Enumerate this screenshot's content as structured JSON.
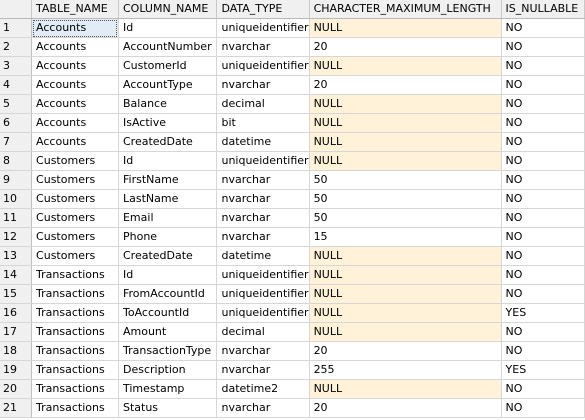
{
  "grid": {
    "columns": [
      "TABLE_NAME",
      "COLUMN_NAME",
      "DATA_TYPE",
      "CHARACTER_MAXIMUM_LENGTH",
      "IS_NULLABLE"
    ],
    "null_highlight_color": "#fff2d8",
    "selected_cell": {
      "row": 1,
      "col": "TABLE_NAME"
    },
    "rows": [
      {
        "num": "1",
        "table": "Accounts",
        "column": "Id",
        "type": "uniqueidentifier",
        "maxlen": "NULL",
        "nullable": "NO"
      },
      {
        "num": "2",
        "table": "Accounts",
        "column": "AccountNumber",
        "type": "nvarchar",
        "maxlen": "20",
        "nullable": "NO"
      },
      {
        "num": "3",
        "table": "Accounts",
        "column": "CustomerId",
        "type": "uniqueidentifier",
        "maxlen": "NULL",
        "nullable": "NO"
      },
      {
        "num": "4",
        "table": "Accounts",
        "column": "AccountType",
        "type": "nvarchar",
        "maxlen": "20",
        "nullable": "NO"
      },
      {
        "num": "5",
        "table": "Accounts",
        "column": "Balance",
        "type": "decimal",
        "maxlen": "NULL",
        "nullable": "NO"
      },
      {
        "num": "6",
        "table": "Accounts",
        "column": "IsActive",
        "type": "bit",
        "maxlen": "NULL",
        "nullable": "NO"
      },
      {
        "num": "7",
        "table": "Accounts",
        "column": "CreatedDate",
        "type": "datetime",
        "maxlen": "NULL",
        "nullable": "NO"
      },
      {
        "num": "8",
        "table": "Customers",
        "column": "Id",
        "type": "uniqueidentifier",
        "maxlen": "NULL",
        "nullable": "NO"
      },
      {
        "num": "9",
        "table": "Customers",
        "column": "FirstName",
        "type": "nvarchar",
        "maxlen": "50",
        "nullable": "NO"
      },
      {
        "num": "10",
        "table": "Customers",
        "column": "LastName",
        "type": "nvarchar",
        "maxlen": "50",
        "nullable": "NO"
      },
      {
        "num": "11",
        "table": "Customers",
        "column": "Email",
        "type": "nvarchar",
        "maxlen": "50",
        "nullable": "NO"
      },
      {
        "num": "12",
        "table": "Customers",
        "column": "Phone",
        "type": "nvarchar",
        "maxlen": "15",
        "nullable": "NO"
      },
      {
        "num": "13",
        "table": "Customers",
        "column": "CreatedDate",
        "type": "datetime",
        "maxlen": "NULL",
        "nullable": "NO"
      },
      {
        "num": "14",
        "table": "Transactions",
        "column": "Id",
        "type": "uniqueidentifier",
        "maxlen": "NULL",
        "nullable": "NO"
      },
      {
        "num": "15",
        "table": "Transactions",
        "column": "FromAccountId",
        "type": "uniqueidentifier",
        "maxlen": "NULL",
        "nullable": "NO"
      },
      {
        "num": "16",
        "table": "Transactions",
        "column": "ToAccountId",
        "type": "uniqueidentifier",
        "maxlen": "NULL",
        "nullable": "YES"
      },
      {
        "num": "17",
        "table": "Transactions",
        "column": "Amount",
        "type": "decimal",
        "maxlen": "NULL",
        "nullable": "NO"
      },
      {
        "num": "18",
        "table": "Transactions",
        "column": "TransactionType",
        "type": "nvarchar",
        "maxlen": "20",
        "nullable": "NO"
      },
      {
        "num": "19",
        "table": "Transactions",
        "column": "Description",
        "type": "nvarchar",
        "maxlen": "255",
        "nullable": "YES"
      },
      {
        "num": "20",
        "table": "Transactions",
        "column": "Timestamp",
        "type": "datetime2",
        "maxlen": "NULL",
        "nullable": "NO"
      },
      {
        "num": "21",
        "table": "Transactions",
        "column": "Status",
        "type": "nvarchar",
        "maxlen": "20",
        "nullable": "NO"
      }
    ]
  }
}
